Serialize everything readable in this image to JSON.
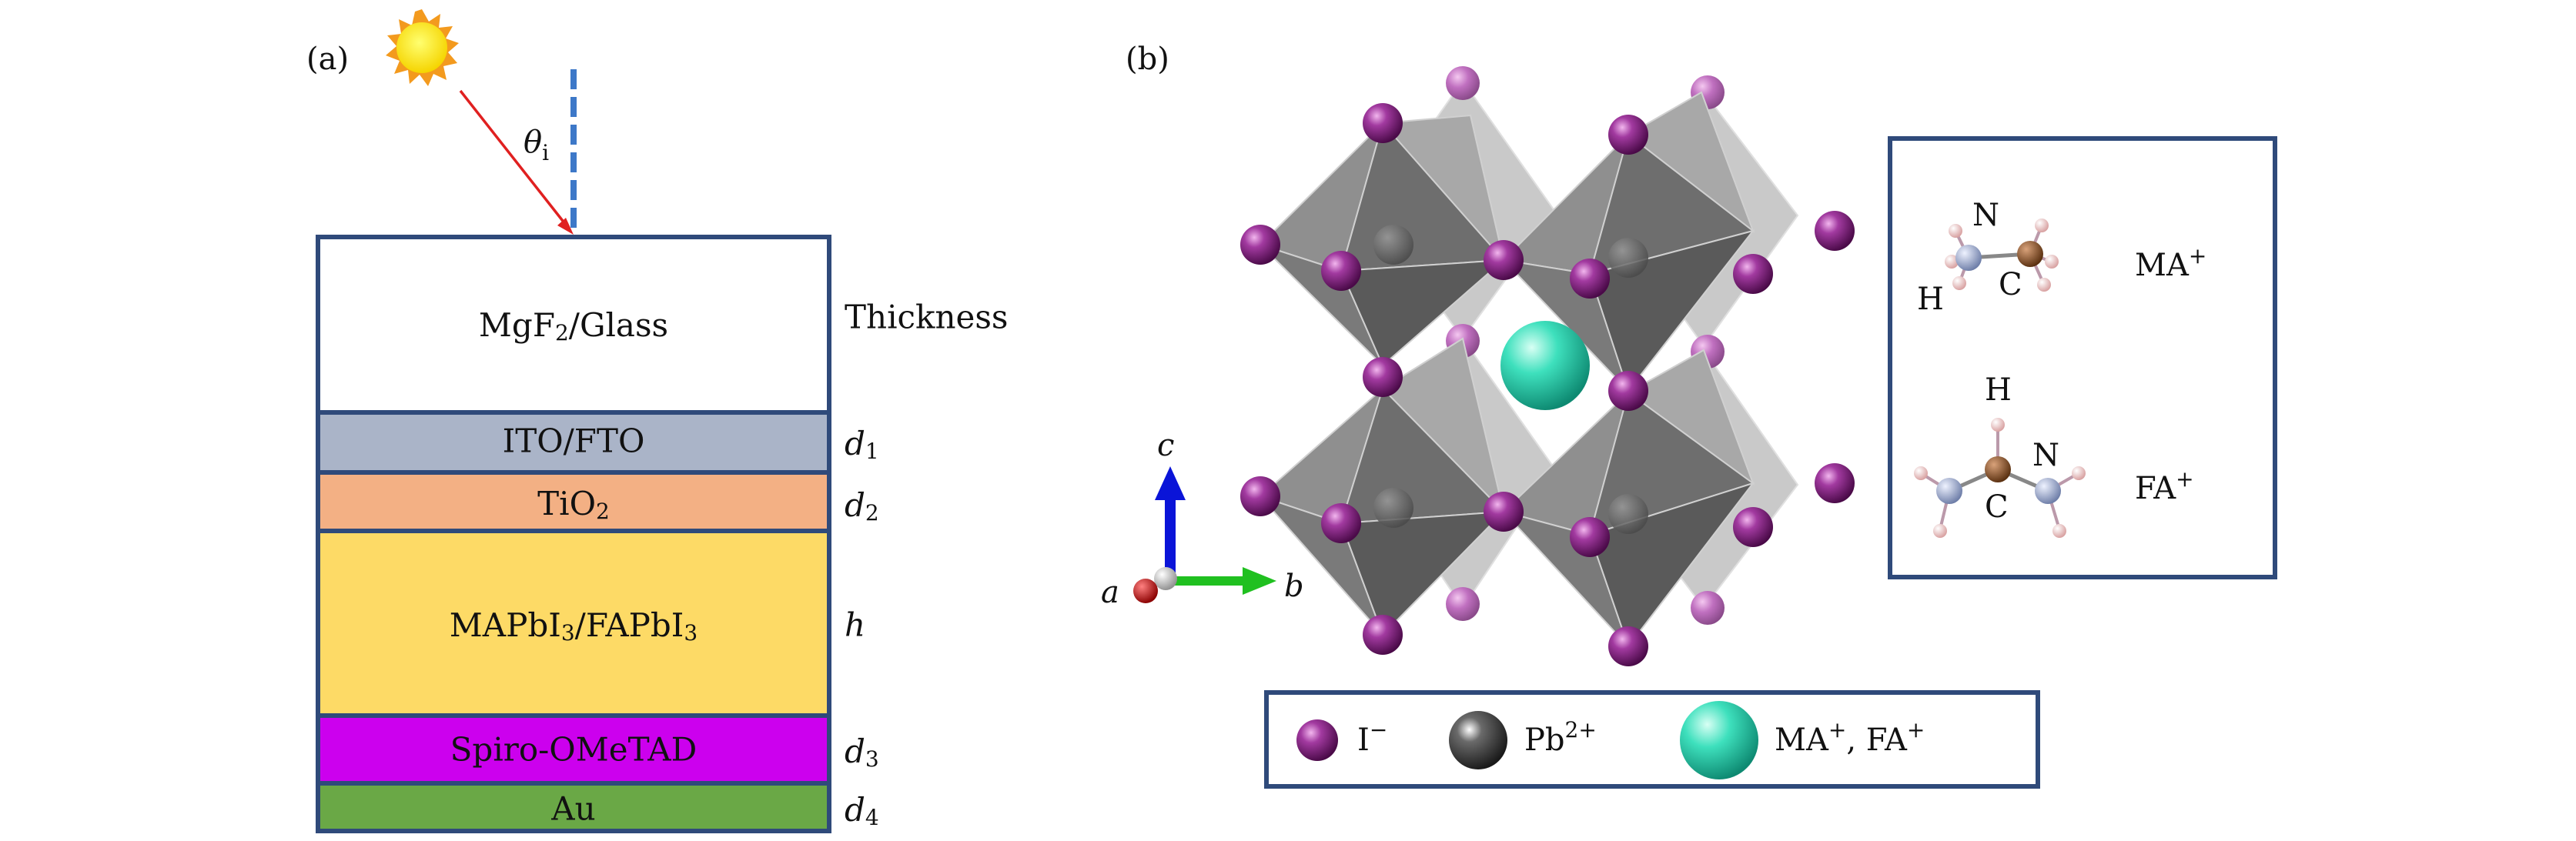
{
  "panel_a": {
    "label": "(a)",
    "angle_symbol": "θ",
    "angle_subscript": "i",
    "thickness_header": "Thickness",
    "layers": [
      {
        "id": "mgf2",
        "name_parts": [
          "MgF",
          "2",
          "/Glass"
        ],
        "thickness_var": "",
        "thickness_sub": "",
        "color": "#ffffff"
      },
      {
        "id": "ito",
        "name_parts": [
          "ITO/FTO",
          "",
          ""
        ],
        "thickness_var": "d",
        "thickness_sub": "1",
        "color": "#aab4c8"
      },
      {
        "id": "tio2",
        "name_parts": [
          "TiO",
          "2",
          ""
        ],
        "thickness_var": "d",
        "thickness_sub": "2",
        "color": "#f3b084"
      },
      {
        "id": "perov",
        "name_parts": [
          "MAPbI",
          "3",
          "/FAPbI",
          "3"
        ],
        "thickness_var": "h",
        "thickness_sub": "",
        "color": "#fdda66"
      },
      {
        "id": "spiro",
        "name_parts": [
          "Spiro-OMeTAD",
          "",
          ""
        ],
        "thickness_var": "d",
        "thickness_sub": "3",
        "color": "#cc00ee"
      },
      {
        "id": "au",
        "name_parts": [
          "Au",
          "",
          ""
        ],
        "thickness_var": "d",
        "thickness_sub": "4",
        "color": "#6aa846"
      }
    ]
  },
  "panel_b": {
    "label": "(b)",
    "axes": {
      "a": "a",
      "b": "b",
      "c": "c"
    },
    "molecules": [
      {
        "id": "ma",
        "name": "MA",
        "charge": "+",
        "atom_labels": [
          "N",
          "H",
          "C"
        ]
      },
      {
        "id": "fa",
        "name": "FA",
        "charge": "+",
        "atom_labels": [
          "H",
          "N",
          "C"
        ]
      }
    ],
    "legend": [
      {
        "id": "iodide",
        "base": "I",
        "sup": "−",
        "color": "#7a1a78"
      },
      {
        "id": "lead",
        "base": "Pb",
        "sup": "2+",
        "color": "#3d3d3d"
      },
      {
        "id": "cation",
        "base": "MA",
        "sup": "+",
        "base2": ", FA",
        "sup2": "+",
        "color": "#2fd6b4"
      }
    ]
  },
  "colors": {
    "frame": "#2f4a7a",
    "ray": "#e02020",
    "normal": "#3d78c8"
  }
}
